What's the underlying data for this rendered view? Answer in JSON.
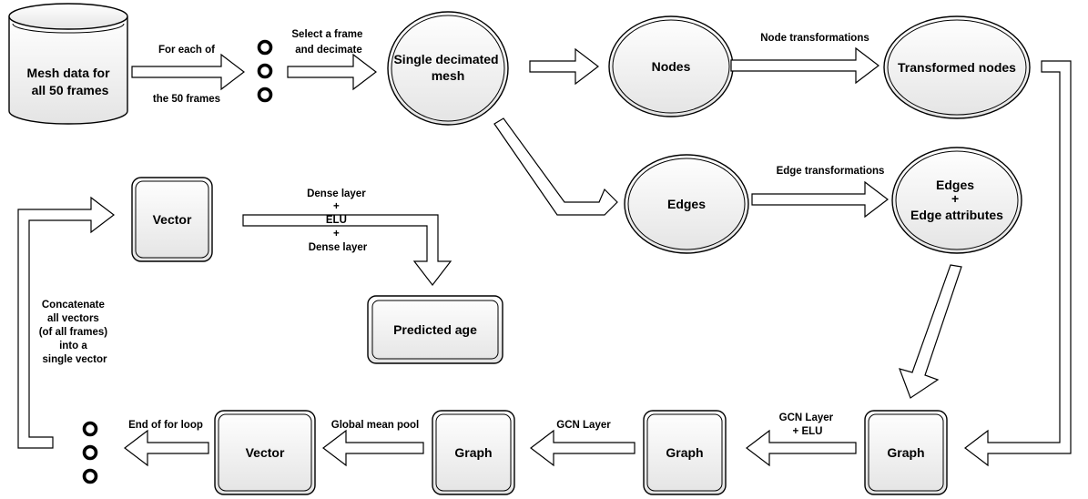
{
  "nodes": {
    "mesh_data": [
      "Mesh data for",
      "all 50 frames"
    ],
    "single_mesh": [
      "Single decimated",
      "mesh"
    ],
    "nodes": [
      "Nodes"
    ],
    "transformed_nodes": [
      "Transformed nodes"
    ],
    "edges": [
      "Edges"
    ],
    "edge_attributes": [
      "Edges",
      "+",
      "Edge attributes"
    ],
    "vector_top": [
      "Vector"
    ],
    "predicted_age": [
      "Predicted age"
    ],
    "graph_1": [
      "Graph"
    ],
    "graph_2": [
      "Graph"
    ],
    "graph_3": [
      "Graph"
    ],
    "vector_bottom": [
      "Vector"
    ]
  },
  "edge_labels": {
    "for_each_top": "For each of",
    "for_each_bottom": "the 50 frames",
    "select_frame": [
      "Select a frame",
      "and decimate"
    ],
    "node_transformations": "Node transformations",
    "edge_transformations": "Edge transformations",
    "dense_layer": [
      "Dense layer",
      "+",
      "ELU",
      "+",
      "Dense layer"
    ],
    "gcn_elu": [
      "GCN Layer",
      "+ ELU"
    ],
    "gcn_layer": "GCN Layer",
    "global_mean_pool": "Global mean pool",
    "end_of_loop": "End of for loop",
    "concatenate": [
      "Concatenate",
      "all vectors",
      "(of all frames)",
      "into a",
      "single vector"
    ]
  },
  "colors": {
    "shape_fill_top": "#ffffff",
    "shape_fill_bottom": "#e6e6e6",
    "stroke": "#000000"
  }
}
